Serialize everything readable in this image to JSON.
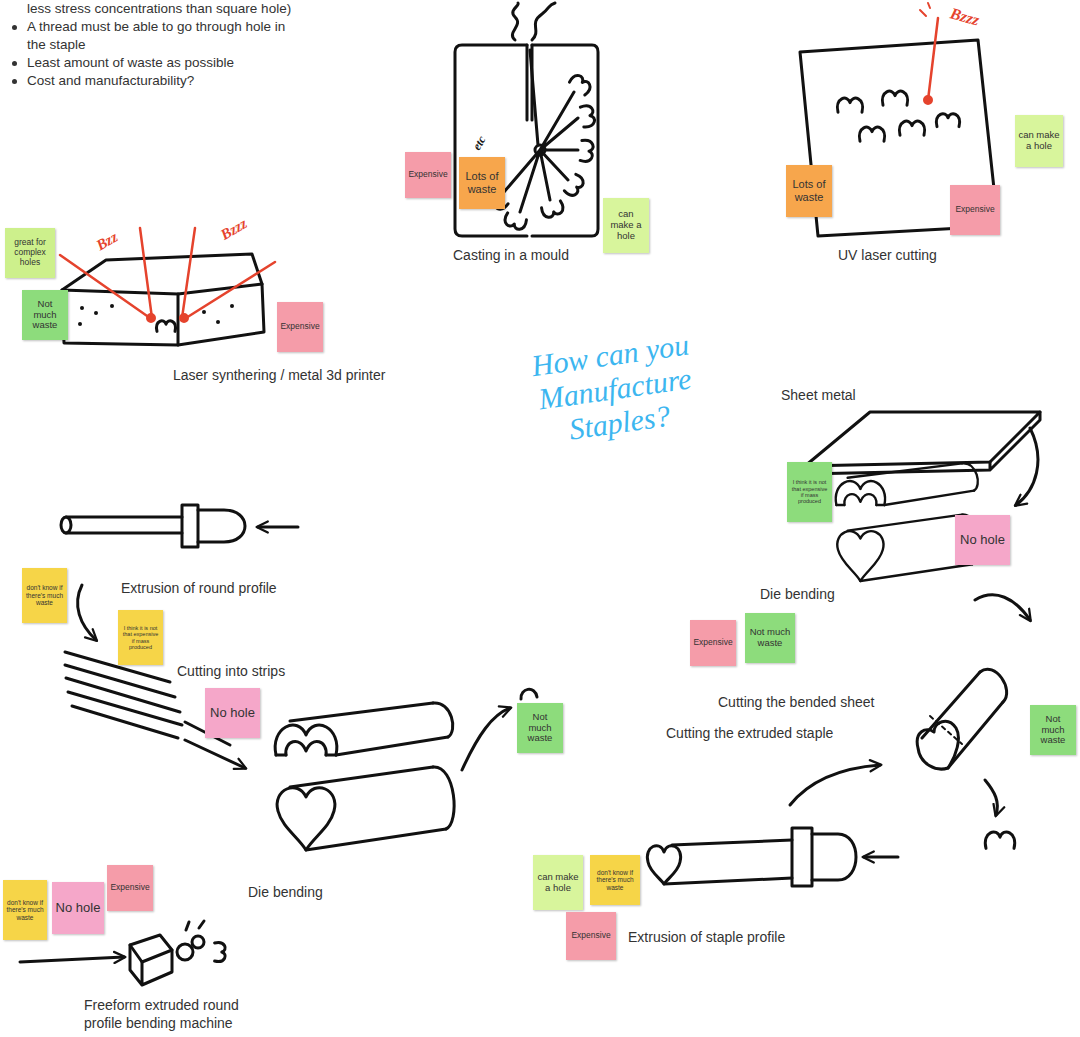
{
  "diagram": {
    "title": "How can you Manufacture Staples?",
    "nodes": [
      {
        "text": [
          "Expensive"
        ]
      },
      {
        "text": [
          "Lots of waste"
        ]
      },
      {
        "text": [
          "can make a hole"
        ]
      },
      {
        "text": [
          "Lots of waste"
        ]
      },
      {
        "text": [
          "Expensive"
        ]
      },
      {
        "text": [
          "can make a hole"
        ]
      },
      {
        "text": [
          "great for complex holes"
        ]
      },
      {
        "text": [
          "Not much waste"
        ]
      },
      {
        "text": [
          "Expensive"
        ]
      },
      {
        "text": [
          "I think it is not that expensive if mass produced"
        ]
      },
      {
        "text": [
          "No hole"
        ]
      },
      {
        "text": [
          "Expensive"
        ]
      },
      {
        "text": [
          "Not much waste"
        ]
      },
      {
        "text": [
          "don't know if there's much waste"
        ]
      },
      {
        "text": [
          "I think it is not that expensive if mass produced"
        ]
      },
      {
        "text": [
          "No hole"
        ]
      },
      {
        "text": [
          "Not much waste"
        ]
      },
      {
        "text": [
          "Not much waste"
        ]
      },
      {
        "text": [
          "can make a hole"
        ]
      },
      {
        "text": [
          "don't know if there's much waste"
        ]
      },
      {
        "text": [
          "Expensive"
        ]
      },
      {
        "text": [
          "don't know if there's much waste"
        ]
      },
      {
        "text": [
          "No hole"
        ]
      },
      {
        "text": [
          "Expensive"
        ]
      }
    ],
    "labels": [
      "less stress concentrations than square hole)",
      "A thread must be able to go through hole in the staple",
      "Least amount of waste as possible",
      "Cost and manufacturability?",
      "etc",
      "Casting in a mould",
      "Bzzz",
      "UV laser cutting",
      "Bzz",
      "Bzzz",
      "Laser synthering / metal 3d printer",
      "Sheet metal",
      "Die bending",
      "Cutting the bended sheet",
      "Cutting the extruded staple",
      "Extrusion of round profile",
      "Cutting into strips",
      "Die bending",
      "Extrusion of staple profile",
      "Freeform extruded round profile bending machine"
    ]
  }
}
